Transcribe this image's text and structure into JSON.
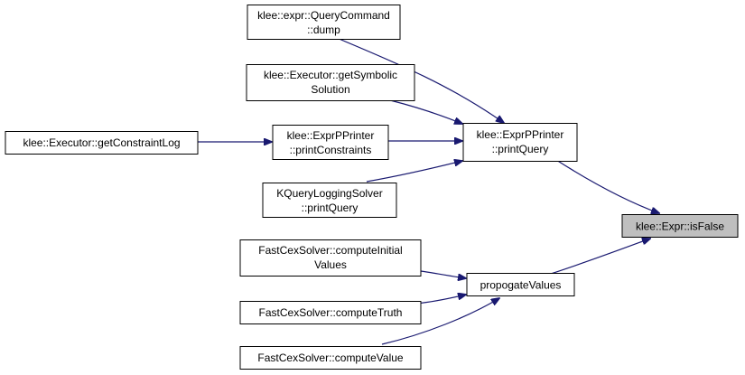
{
  "graph": {
    "colors": {
      "edge": "#191970",
      "node_border": "#000000",
      "focus_fill": "#bfbfbf",
      "node_fill": "#ffffff"
    },
    "nodes": {
      "is_false": {
        "lines": [
          "klee::Expr::isFalse"
        ]
      },
      "print_query": {
        "lines": [
          "klee::ExprPPrinter",
          "::printQuery"
        ]
      },
      "propogate_values": {
        "lines": [
          "propogateValues"
        ]
      },
      "query_command_dump": {
        "lines": [
          "klee::expr::QueryCommand",
          "::dump"
        ]
      },
      "get_symbolic_solution": {
        "lines": [
          "klee::Executor::getSymbolic",
          "Solution"
        ]
      },
      "print_constraints": {
        "lines": [
          "klee::ExprPPrinter",
          "::printConstraints"
        ]
      },
      "kquery_logging_print_query": {
        "lines": [
          "KQueryLoggingSolver",
          "::printQuery"
        ]
      },
      "get_constraint_log": {
        "lines": [
          "klee::Executor::getConstraintLog"
        ]
      },
      "compute_initial_values": {
        "lines": [
          "FastCexSolver::computeInitial",
          "Values"
        ]
      },
      "compute_truth": {
        "lines": [
          "FastCexSolver::computeTruth"
        ]
      },
      "compute_value": {
        "lines": [
          "FastCexSolver::computeValue"
        ]
      }
    }
  }
}
